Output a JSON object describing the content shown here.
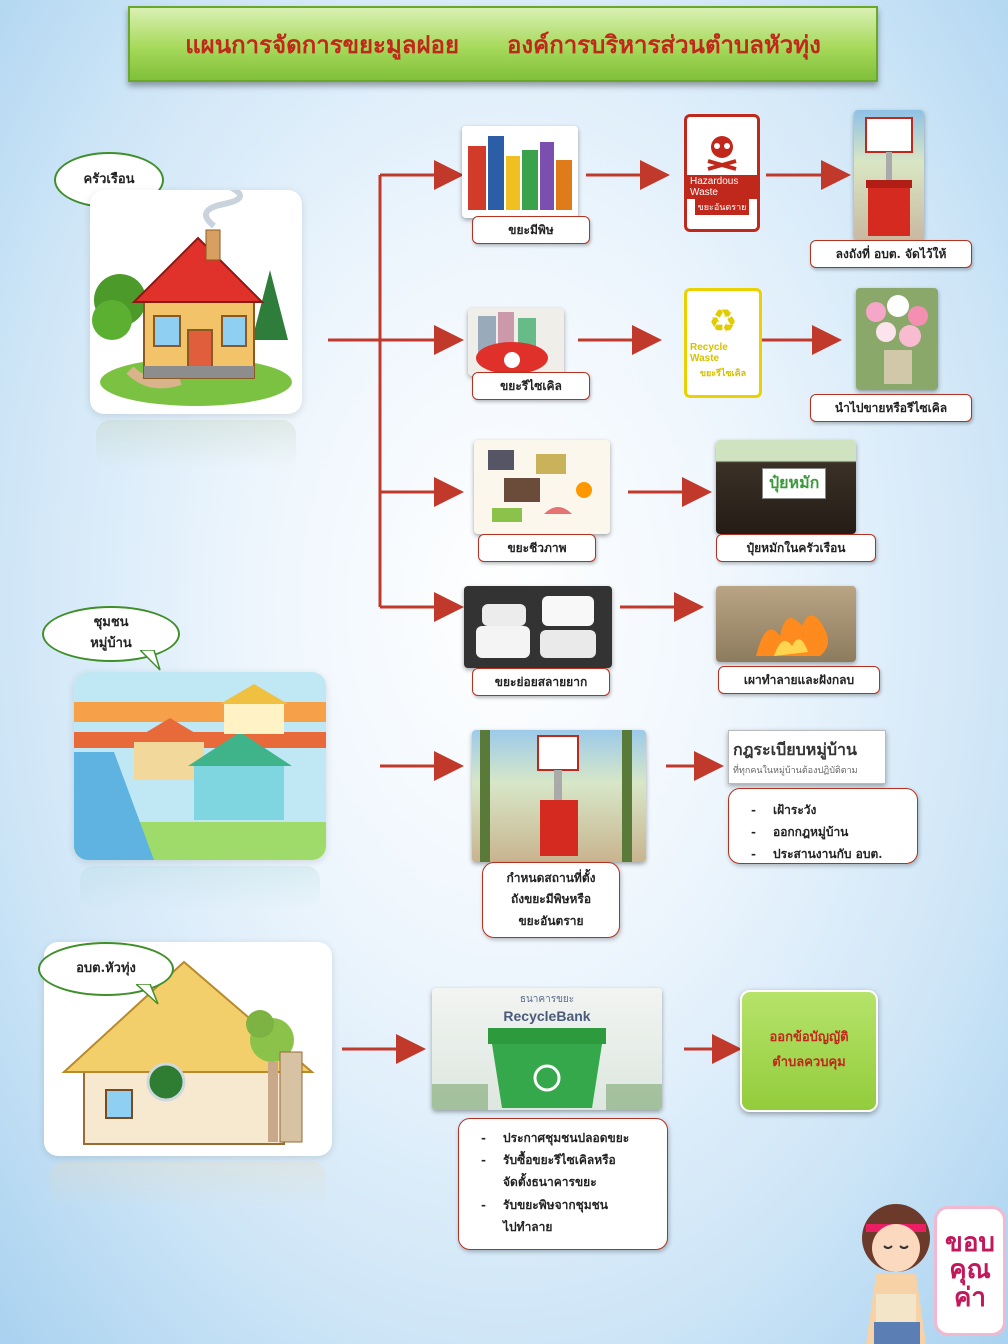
{
  "title": {
    "left": "แผนการจัดการขยะมูลฝอย",
    "right": "องค์การบริหารส่วนตำบลหัวทุ่ง"
  },
  "actors": {
    "household": "ครัวเรือน",
    "community_line1": "ชุมชน",
    "community_line2": "หมู่บ้าน",
    "sao": "อบต.หัวทุ่ง"
  },
  "household_flow": {
    "toxic": "ขยะมีพิษ",
    "recycle": "ขยะรีไซเคิล",
    "organic": "ขยะชีวภาพ",
    "general": "ขยะย่อยสลายยาก",
    "toxic_result": "ลงถังที่ อบต. จัดไว้ให้",
    "recycle_result": "นำไปขายหรือรีไซเคิล",
    "organic_result": "ปุ๋ยหมักในครัวเรือน",
    "general_result": "เผาทำลายและฝังกลบ"
  },
  "signs": {
    "hazard_en": "Hazardous Waste",
    "hazard_th": "ขยะอันตราย",
    "recycle_en": "Recycle Waste",
    "recycle_th": "ขยะรีไซเคิล",
    "compost": "ปุ๋ยหมัก",
    "bank_th": "ธนาคารขยะ",
    "bank_en": "RecycleBank"
  },
  "community_flow": {
    "bin_line1": "กำหนดสถานที่ตั้ง",
    "bin_line2": "ถังขยะมีพิษหรือ",
    "bin_line3": "ขยะอันตราย",
    "rule_title": "กฎระเบียบหมู่บ้าน",
    "rule_sub": "ที่ทุกคนในหมู่บ้านต้องปฏิบัติตาม",
    "rules": [
      "เฝ้าระวัง",
      "ออกกฎหมู่บ้าน",
      "ประสานงานกับ อบต."
    ]
  },
  "sao_flow": {
    "actions": [
      "ประกาศชุมชนปลอดขยะ",
      "รับซื้อขยะรีไซเคิลหรือ",
      "จัดตั้งธนาคารขยะ",
      "รับขยะพิษจากชุมชน",
      "ไปทำลาย"
    ],
    "result_line1": "ออกข้อบัญญัติ",
    "result_line2": "ตำบลควบคุม"
  },
  "thanks": {
    "line1": "ขอบ",
    "line2": "คุณ",
    "line3": "ค่า"
  },
  "colors": {
    "arrow": "#c0392b",
    "title_red": "#c0281c",
    "title_green": "#a7d95a",
    "bubble_border": "#3f8f2a"
  }
}
